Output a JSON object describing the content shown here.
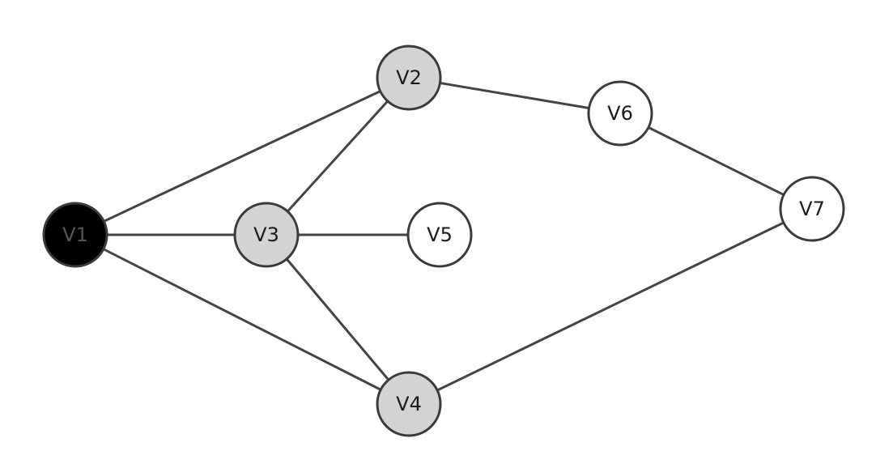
{
  "graph": {
    "colors": {
      "visited": "#000000",
      "frontier": "#d3d3d3",
      "unvisited": "#ffffff",
      "edge": "#444444",
      "label_dark": "#1a1a1a",
      "label_on_visited": "#555555"
    },
    "nodes": [
      {
        "id": "V1",
        "label": "V1",
        "state": "visited"
      },
      {
        "id": "V2",
        "label": "V2",
        "state": "frontier"
      },
      {
        "id": "V3",
        "label": "V3",
        "state": "frontier"
      },
      {
        "id": "V4",
        "label": "V4",
        "state": "frontier"
      },
      {
        "id": "V5",
        "label": "V5",
        "state": "unvisited"
      },
      {
        "id": "V6",
        "label": "V6",
        "state": "unvisited"
      },
      {
        "id": "V7",
        "label": "V7",
        "state": "unvisited"
      }
    ],
    "edges": [
      [
        "V1",
        "V2"
      ],
      [
        "V1",
        "V3"
      ],
      [
        "V1",
        "V4"
      ],
      [
        "V3",
        "V2"
      ],
      [
        "V3",
        "V4"
      ],
      [
        "V3",
        "V5"
      ],
      [
        "V2",
        "V6"
      ],
      [
        "V6",
        "V7"
      ],
      [
        "V4",
        "V7"
      ]
    ]
  }
}
